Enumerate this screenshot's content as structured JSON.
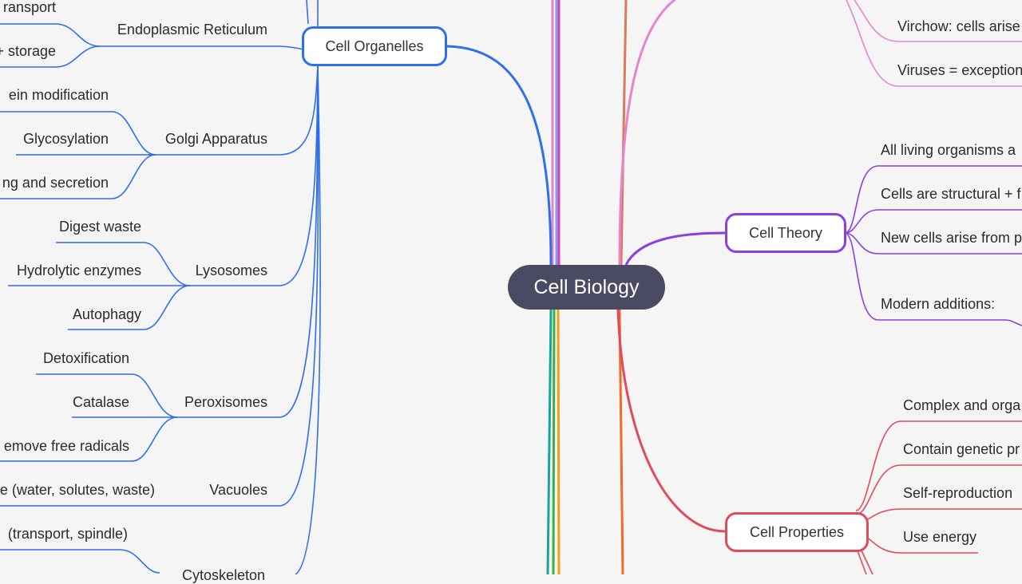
{
  "root": {
    "label": "Cell Biology"
  },
  "colors": {
    "organelles": "#2f6fe8",
    "theory": "#8a3fe0",
    "properties": "#e04a5a",
    "history": "#e884cf",
    "root_bg": "#4a4a63"
  },
  "left": {
    "main": "Cell Organelles",
    "groups": [
      {
        "label": "Endoplasmic Reticulum",
        "children": [
          "ransport",
          "+ storage"
        ]
      },
      {
        "label": "Golgi Apparatus",
        "children": [
          "ein modification",
          "Glycosylation",
          "ng and secretion"
        ]
      },
      {
        "label": "Lysosomes",
        "children": [
          "Digest waste",
          "Hydrolytic enzymes",
          "Autophagy"
        ]
      },
      {
        "label": "Peroxisomes",
        "children": [
          "Detoxification",
          "Catalase",
          "emove free radicals"
        ]
      },
      {
        "label": "Vacuoles",
        "children": [
          "e (water, solutes, waste)"
        ]
      },
      {
        "label": "Cytoskeleton",
        "children": [
          "(transport, spindle)"
        ]
      }
    ]
  },
  "right": {
    "history": {
      "children": [
        "Virchow: cells arise",
        "Viruses = exception"
      ]
    },
    "theory": {
      "label": "Cell Theory",
      "children": [
        "All living organisms a",
        "Cells are structural + f",
        "New cells arise from p",
        "Modern additions:"
      ]
    },
    "properties": {
      "label": "Cell Properties",
      "children": [
        "Complex and orga",
        "Contain genetic pr",
        "Self-reproduction",
        "Use energy"
      ]
    }
  }
}
